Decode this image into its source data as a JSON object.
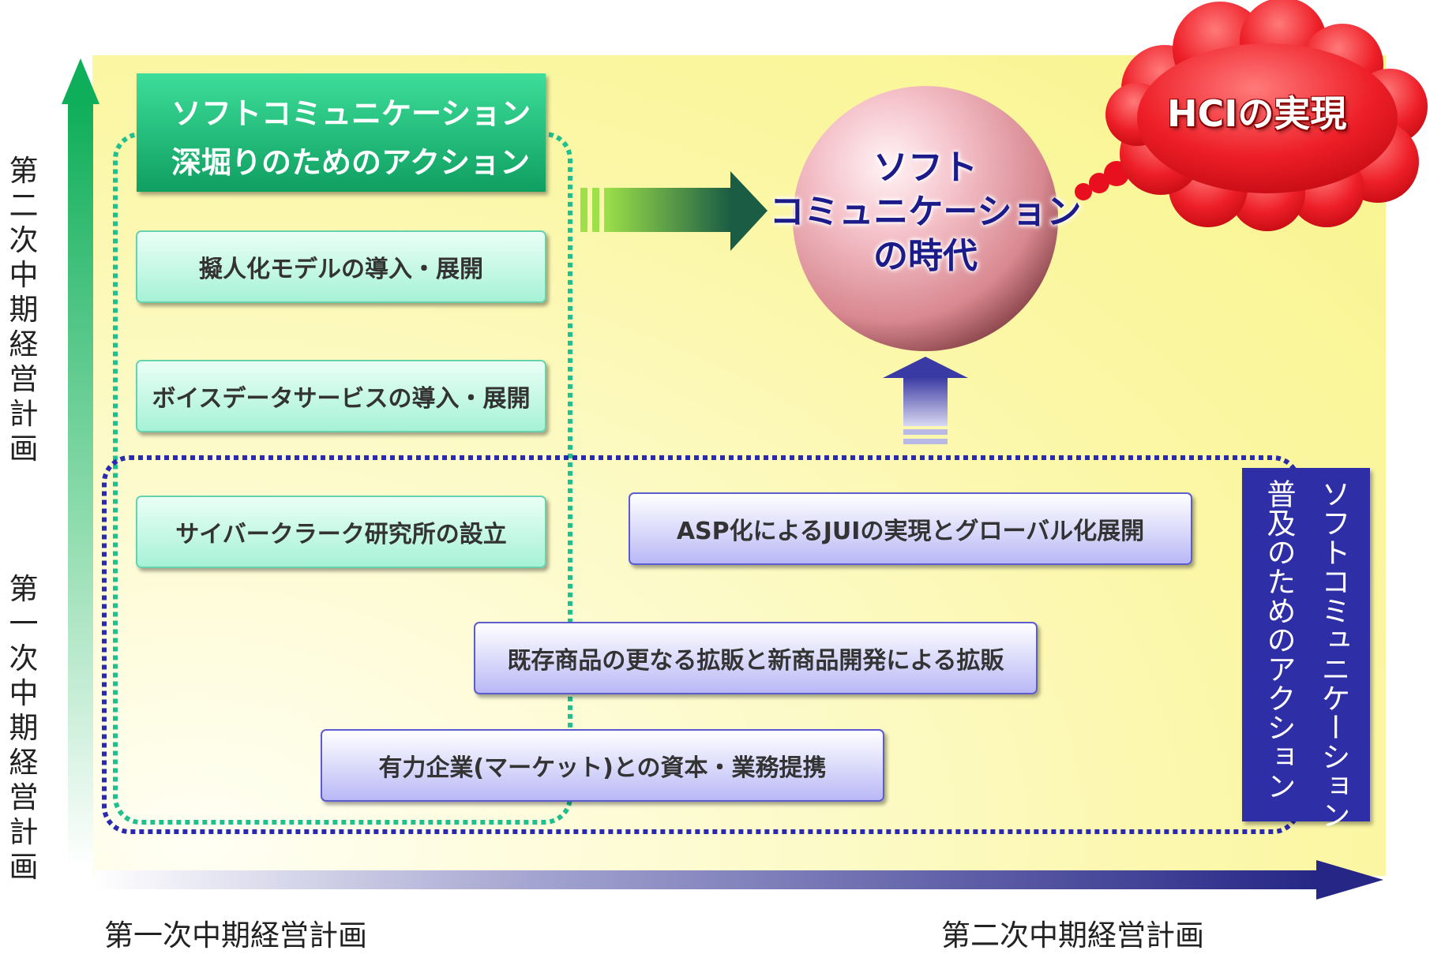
{
  "diagram": {
    "vertical_axis": {
      "upper_label": "第二次中期経営計画",
      "lower_label": "第一次中期経営計画",
      "color": "#0fae5a"
    },
    "horizontal_axis": {
      "left_label": "第一次中期経営計画",
      "right_label": "第二次中期経営計画",
      "color": "#2a2a8c"
    },
    "deepening_group": {
      "title_line1": "ソフトコミュニケーション",
      "title_line2": "深堀りのためのアクション",
      "items": [
        "擬人化モデルの導入・展開",
        "ボイスデータサービスの導入・展開",
        "サイバークラーク研究所の設立"
      ],
      "color": "#12a86a"
    },
    "spread_group": {
      "title_col1": "ソフトコミュニケーション",
      "title_col2": "普及のためのアクション",
      "items": [
        "ASP化によるJUIの実現とグローバル化展開",
        "既存商品の更なる拡販と新商品開発による拡販",
        "有力企業(マーケット)との資本・業務提携"
      ],
      "color": "#2e2ea6"
    },
    "goal_sphere": {
      "line1": "ソフト",
      "line2": "コミュニケーション",
      "line3": "の時代"
    },
    "goal_cloud": {
      "text": "HCIの実現",
      "color": "#e8101e"
    }
  }
}
